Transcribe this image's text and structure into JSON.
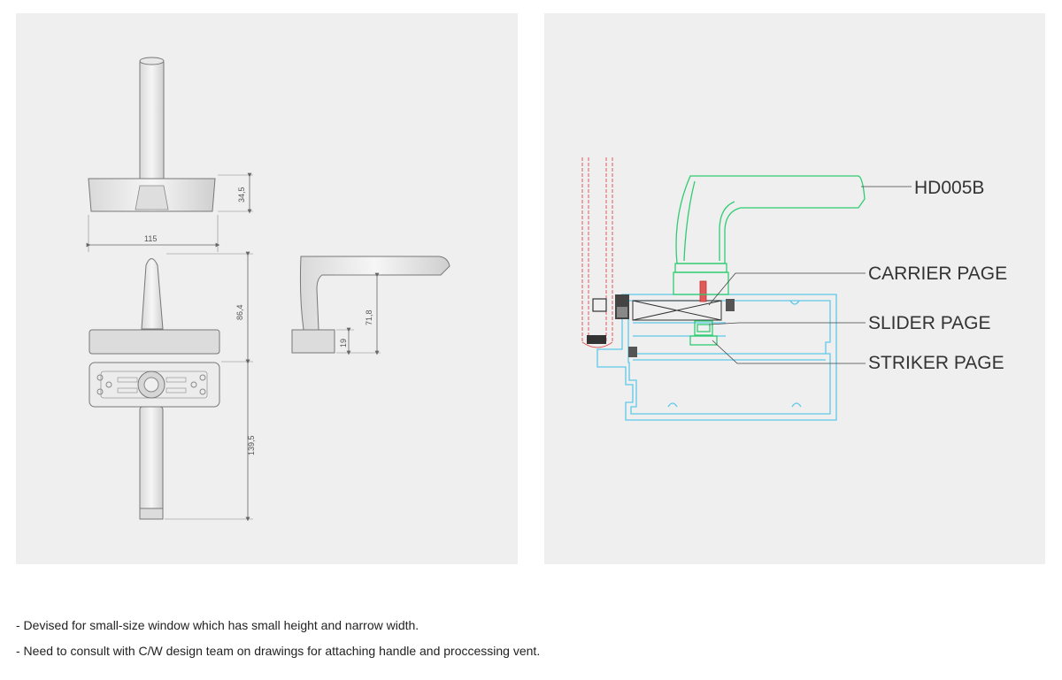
{
  "left_drawing": {
    "dimensions": {
      "width": "115",
      "base_height": "34,5",
      "upper_height": "86,4",
      "lower_length": "139,5",
      "side_height": "71,8",
      "side_base": "19"
    }
  },
  "right_drawing": {
    "labels": {
      "handle": "HD005B",
      "carrier": "CARRIER PAGE",
      "slider": "SLIDER PAGE",
      "striker": "STRIKER PAGE"
    },
    "colors": {
      "handle": "#2ecc71",
      "profile": "#5ec8e8",
      "glass": "#e05a5a",
      "dark": "#333333"
    }
  },
  "notes": [
    "- Devised for small-size window which has small height and narrow width.",
    "- Need to consult with C/W design team on drawings for attaching handle and proccessing vent."
  ]
}
